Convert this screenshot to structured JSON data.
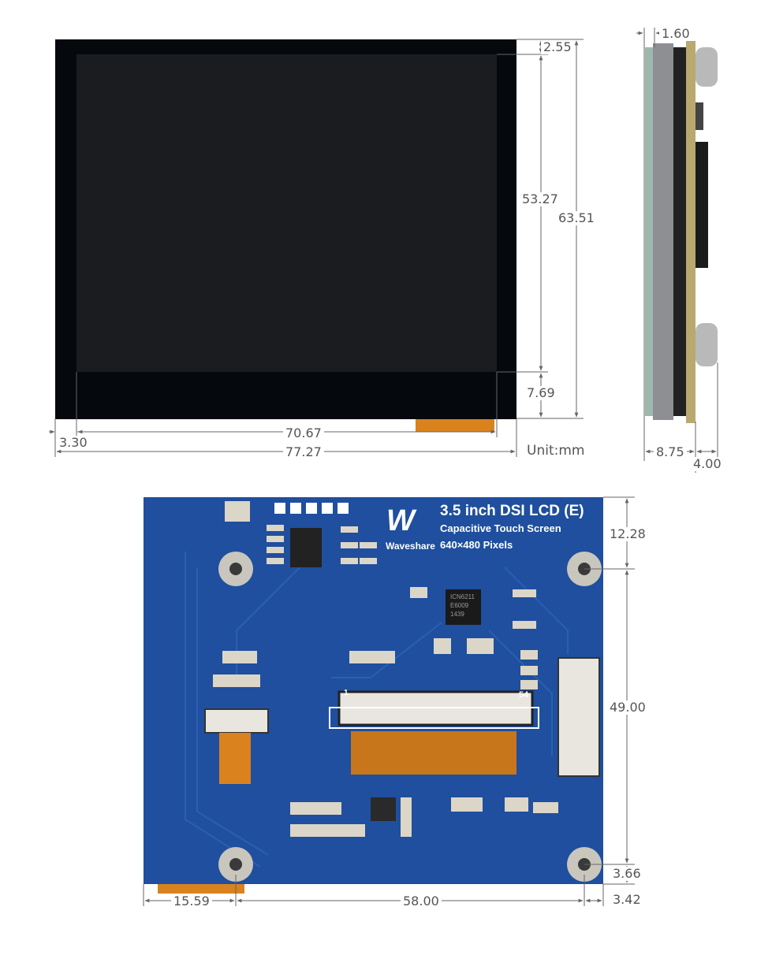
{
  "unit_label": "Unit:mm",
  "front_view": {
    "dimensions": {
      "top_bezel": "2.55",
      "active_height": "53.27",
      "total_height": "63.51",
      "bottom_bezel": "7.69",
      "active_width": "70.67",
      "left_bezel": "3.30",
      "total_width": "77.27"
    }
  },
  "side_view": {
    "dimensions": {
      "glass_thickness": "1.60",
      "body_thickness": "8.75",
      "pcb_to_back": "4.00"
    }
  },
  "back_view": {
    "product_title": "3.5 inch DSI LCD (E)",
    "subtitle": "Capacitive Touch Screen",
    "resolution": "640×480 Pixels",
    "brand": "Waveshare",
    "logo_letters": "W",
    "chip_marking": [
      "ICN6211",
      "E6009",
      "1439"
    ],
    "connector_pin_first": "1",
    "connector_pin_last": "54",
    "dimensions": {
      "top_to_hole": "12.28",
      "hole_vertical_spacing": "49.00",
      "hole_to_bottom": "3.66",
      "left_to_hole": "15.59",
      "hole_horizontal_spacing": "58.00",
      "hole_to_right": "3.42"
    }
  },
  "colors": {
    "pcb_blue": "#1f4f9e",
    "screen_black": "#05080d",
    "active_area": "#1a1b1f",
    "dimension_line": "#666666",
    "flex_orange": "#d9821e"
  }
}
